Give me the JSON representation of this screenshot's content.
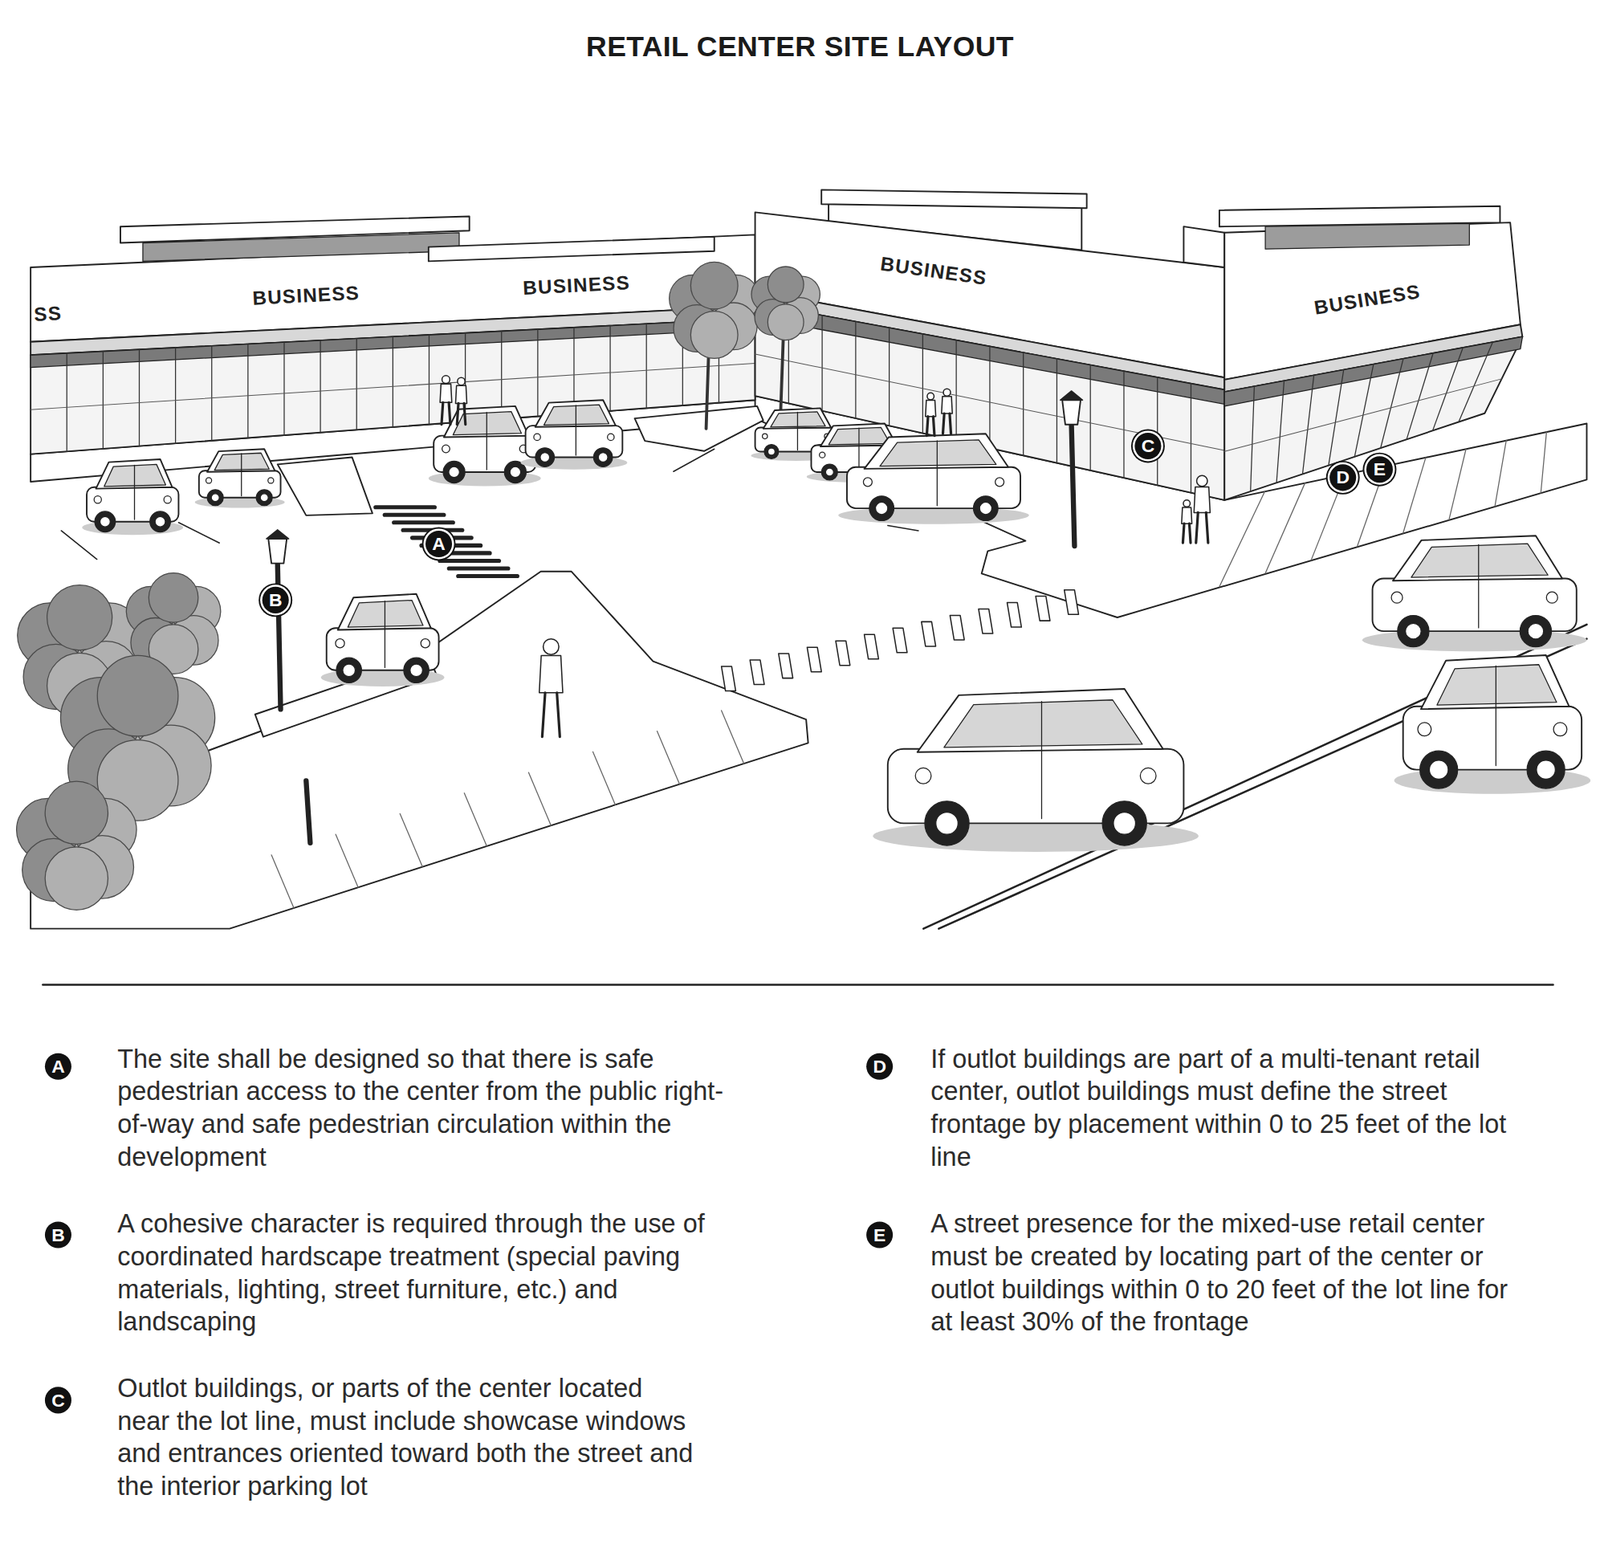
{
  "diagram": {
    "title": "RETAIL CENTER SITE LAYOUT",
    "labels": [
      "SS",
      "BUSINESS",
      "BUSINESS",
      "BUSINESS",
      "BUSINESS",
      "C",
      "A",
      "D",
      "E",
      "B",
      "A",
      "The site shall be designed so that there is safe pedestrian access to the center from the public right-of-way and safe pedestrian circulation within the development",
      "B",
      "A cohesive character is required through the use of coordinated hardscape treatment (special paving materials, lighting, street furniture, etc.) and landscaping",
      "C",
      "Outlot buildings, or parts of the center located near the lot line, must include showcase windows and entrances oriented toward both the street and the interior parking lot",
      "D",
      "If outlot buildings are part of a multi-tenant retail center, outlot buildings must define the street frontage by placement within 0 to 25 feet of the lot line",
      "E",
      "A street presence for the mixed-use retail center must be created by locating part of the center or outlot buildings within 0 to 20 feet of the lot line for at least 30% of the frontage"
    ]
  }
}
